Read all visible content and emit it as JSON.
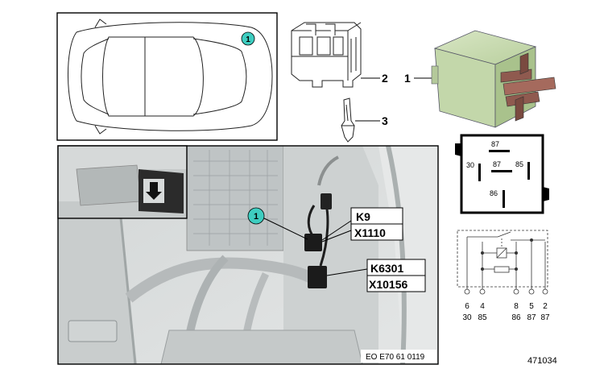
{
  "car_panel": {
    "callout": "1"
  },
  "parts": [
    {
      "number": "2"
    },
    {
      "number": "3"
    },
    {
      "number": "1"
    }
  ],
  "relay_pins": {
    "top": "87",
    "left": "30",
    "center": "87",
    "right": "85",
    "bottom": "86"
  },
  "photo": {
    "callout": "1",
    "relay_a": {
      "name": "K9",
      "connector": "X1110"
    },
    "relay_b": {
      "name": "K6301",
      "connector": "X10156"
    },
    "code": "EO E70 61 0119"
  },
  "schematic": {
    "terminals_top": [
      "6",
      "4",
      "8",
      "5",
      "2"
    ],
    "terminals_bottom": [
      "30",
      "85",
      "86",
      "87",
      "87"
    ]
  },
  "figure_id": "471034",
  "colors": {
    "callout": "#3ecdc0",
    "relay_body": "#c8dbb0",
    "photo_bg": "#d9dcdc"
  }
}
